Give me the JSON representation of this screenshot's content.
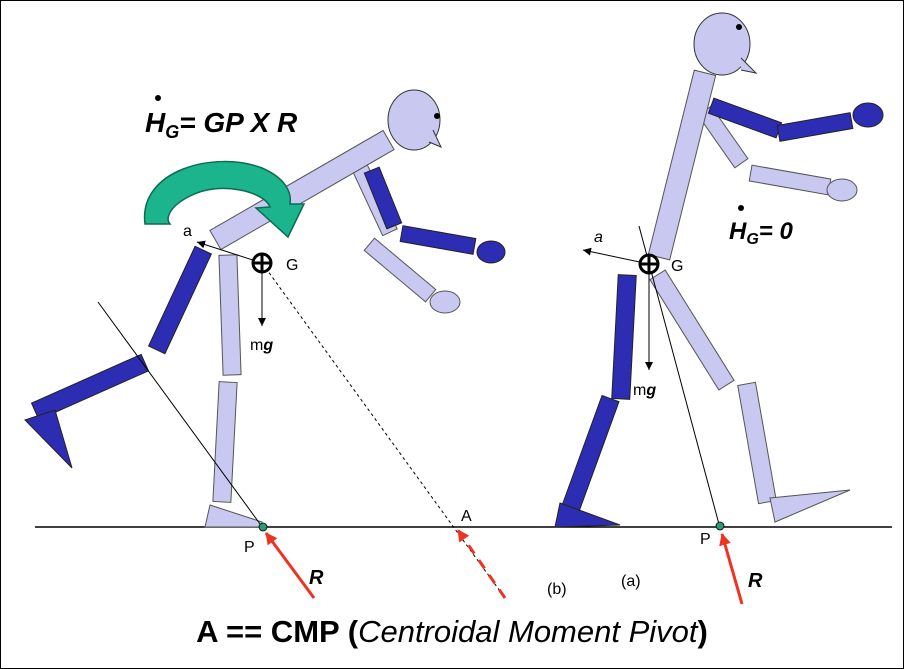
{
  "colors": {
    "light_limb": "#c8c8f0",
    "dark_limb": "#2d2db4",
    "arrow_teal": "#1cb48c",
    "reaction_red": "#ee3322",
    "point_green": "#2a9a70"
  },
  "labels": {
    "equation_left_prefix": "H",
    "equation_left_sub": "G",
    "equation_left_rest": "= GP X R",
    "equation_right_prefix": "H",
    "equation_right_sub": "G",
    "equation_right_rest": "= 0",
    "accel_left": "a",
    "accel_right": "a",
    "com_left": "G",
    "com_right": "G",
    "weight_left_m": "m",
    "weight_left_g": "g",
    "weight_right_m": "m",
    "weight_right_g": "g",
    "point_a": "A",
    "point_p_left": "P",
    "point_p_right": "P",
    "reaction_left": "R",
    "reaction_right": "R",
    "tag_b": "(b)",
    "tag_a": "(a)"
  },
  "caption": {
    "part1": "A == CMP (",
    "part2": "Centroidal Moment Pivot",
    "part3": ")"
  }
}
